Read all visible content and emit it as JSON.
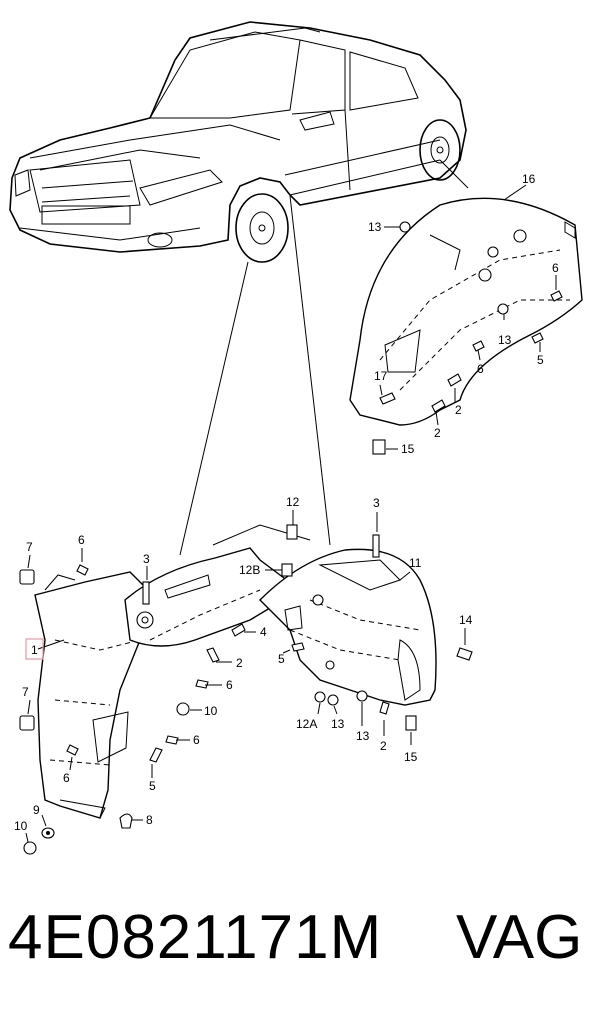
{
  "callouts": {
    "c1": "1",
    "c2a": "2",
    "c2b": "2",
    "c2c": "2",
    "c2d": "2",
    "c3a": "3",
    "c3b": "3",
    "c4": "4",
    "c5a": "5",
    "c5b": "5",
    "c5c": "5",
    "c6a": "6",
    "c6b": "6",
    "c6c": "6",
    "c6d": "6",
    "c6e": "6",
    "c6f": "6",
    "c7a": "7",
    "c7b": "7",
    "c8": "8",
    "c9": "9",
    "c10a": "10",
    "c10b": "10",
    "c11": "11",
    "c12": "12",
    "c12a": "12A",
    "c12b": "12B",
    "c13a": "13",
    "c13b": "13",
    "c13c": "13",
    "c13d": "13",
    "c14": "14",
    "c15a": "15",
    "c15b": "15",
    "c16": "16",
    "c17": "17"
  },
  "highlight_color": "#e8a0a8",
  "footer": {
    "part_number": "4E0821171M",
    "brand": "VAG"
  }
}
